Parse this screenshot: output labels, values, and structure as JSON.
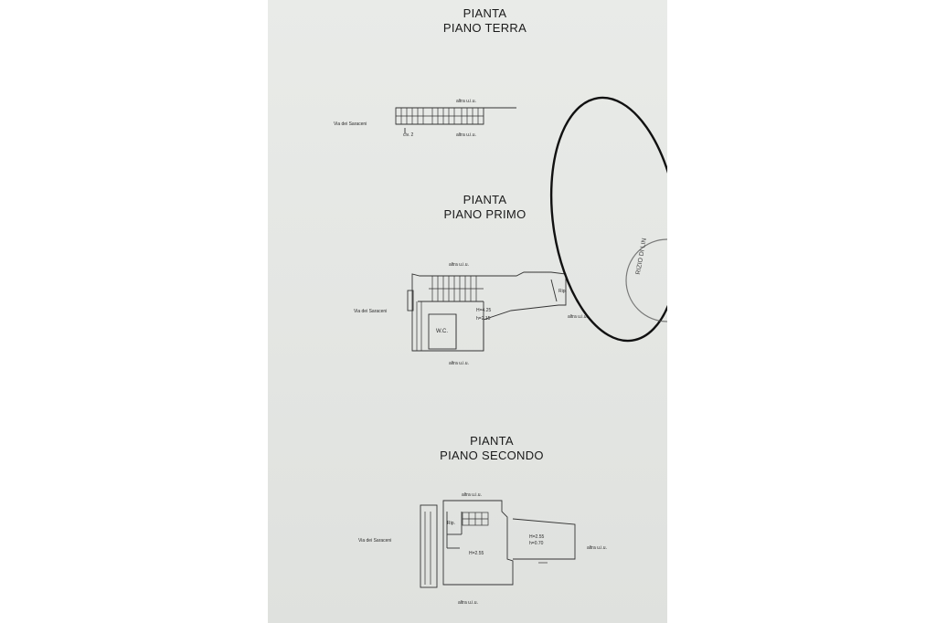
{
  "sections": {
    "ground": {
      "title_line1": "PIANTA",
      "title_line2": "PIANO TERRA",
      "labels": {
        "street": "Via dei Saraceni",
        "top": "altra u.i.u.",
        "bottom": "altra u.i.u.",
        "civic": "civ. 2"
      }
    },
    "first": {
      "title_line1": "PIANTA",
      "title_line2": "PIANO PRIMO",
      "labels": {
        "street": "Via dei Saraceni",
        "top": "altra u.i.u.",
        "bottom": "altra u.i.u.",
        "right": "altra u.i.u.",
        "wc": "W.C.",
        "room_h1": "H=4.25",
        "room_h2": "h=2.15",
        "rip": "Rip."
      }
    },
    "second": {
      "title_line1": "PIANTA",
      "title_line2": "PIANO SECONDO",
      "labels": {
        "street": "Via dei Saraceni",
        "top": "altra u.i.u.",
        "bottom": "altra u.i.u.",
        "right": "altra u.i.u.",
        "rip": "Rip.",
        "room_h": "H=2.55",
        "right_h1": "H=2.55",
        "right_h2": "h=0.70"
      }
    }
  },
  "stamp": {
    "text": "RIZIO DI LIN"
  }
}
